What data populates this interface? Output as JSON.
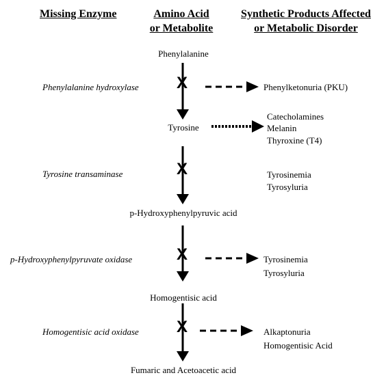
{
  "headers": {
    "enzyme": "Missing Enzyme",
    "metabolite_line1": "Amino Acid",
    "metabolite_line2": "or Metabolite",
    "products_line1": "Synthetic Products Affected",
    "products_line2": "or Metabolic Disorder"
  },
  "metabolites": [
    "Phenylalanine",
    "Tyrosine",
    "p-Hydroxyphenylpyruvic acid",
    "Homogentisic acid",
    "Fumaric and Acetoacetic acid"
  ],
  "enzymes": [
    "Phenylalanine hydroxylase",
    "Tyrosine transaminase",
    "p-Hydroxyphenylpyruvate oxidase",
    "Homogentisic acid oxidase"
  ],
  "block_mark": "X",
  "products": {
    "pku": [
      "Phenylketonuria (PKU)"
    ],
    "tyrosine_derived": [
      "Catecholamines",
      "Melanin",
      "Thyroxine (T4)"
    ],
    "transaminase_disorders": [
      "Tyrosinemia",
      "Tyrosyluria"
    ],
    "oxidase_disorders": [
      "Tyrosinemia",
      "Tyrosyluria"
    ],
    "homogentisic_disorders": [
      "Alkaptonuria",
      "Homogentisic Acid"
    ]
  }
}
